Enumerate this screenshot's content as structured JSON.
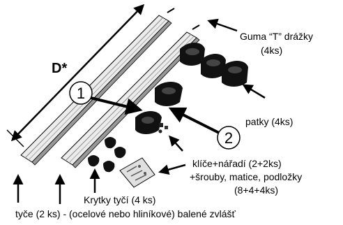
{
  "labels": {
    "dimension": "D*",
    "callout_1": "1",
    "callout_2": "2",
    "guma_line1": "Guma “T” drážky",
    "guma_line2": "(4ks)",
    "patky": "patky (4ks)",
    "klice_line1": "klíče+nářadí (2+2ks)",
    "klice_line2": "+šrouby, matice, podložky",
    "klice_line3": "(8+4+4ks)",
    "krytky": "Krytky tyčí (4 ks)",
    "tyce": "tyče (2 ks) - (ocelové nebo hliníkové) balené zvlášť"
  },
  "colors": {
    "ink": "#000000",
    "bar_fill": "#e6e6e6",
    "bar_shade": "#9a9a9a",
    "part_dark": "#111111",
    "bag": "#d9d9d9"
  }
}
